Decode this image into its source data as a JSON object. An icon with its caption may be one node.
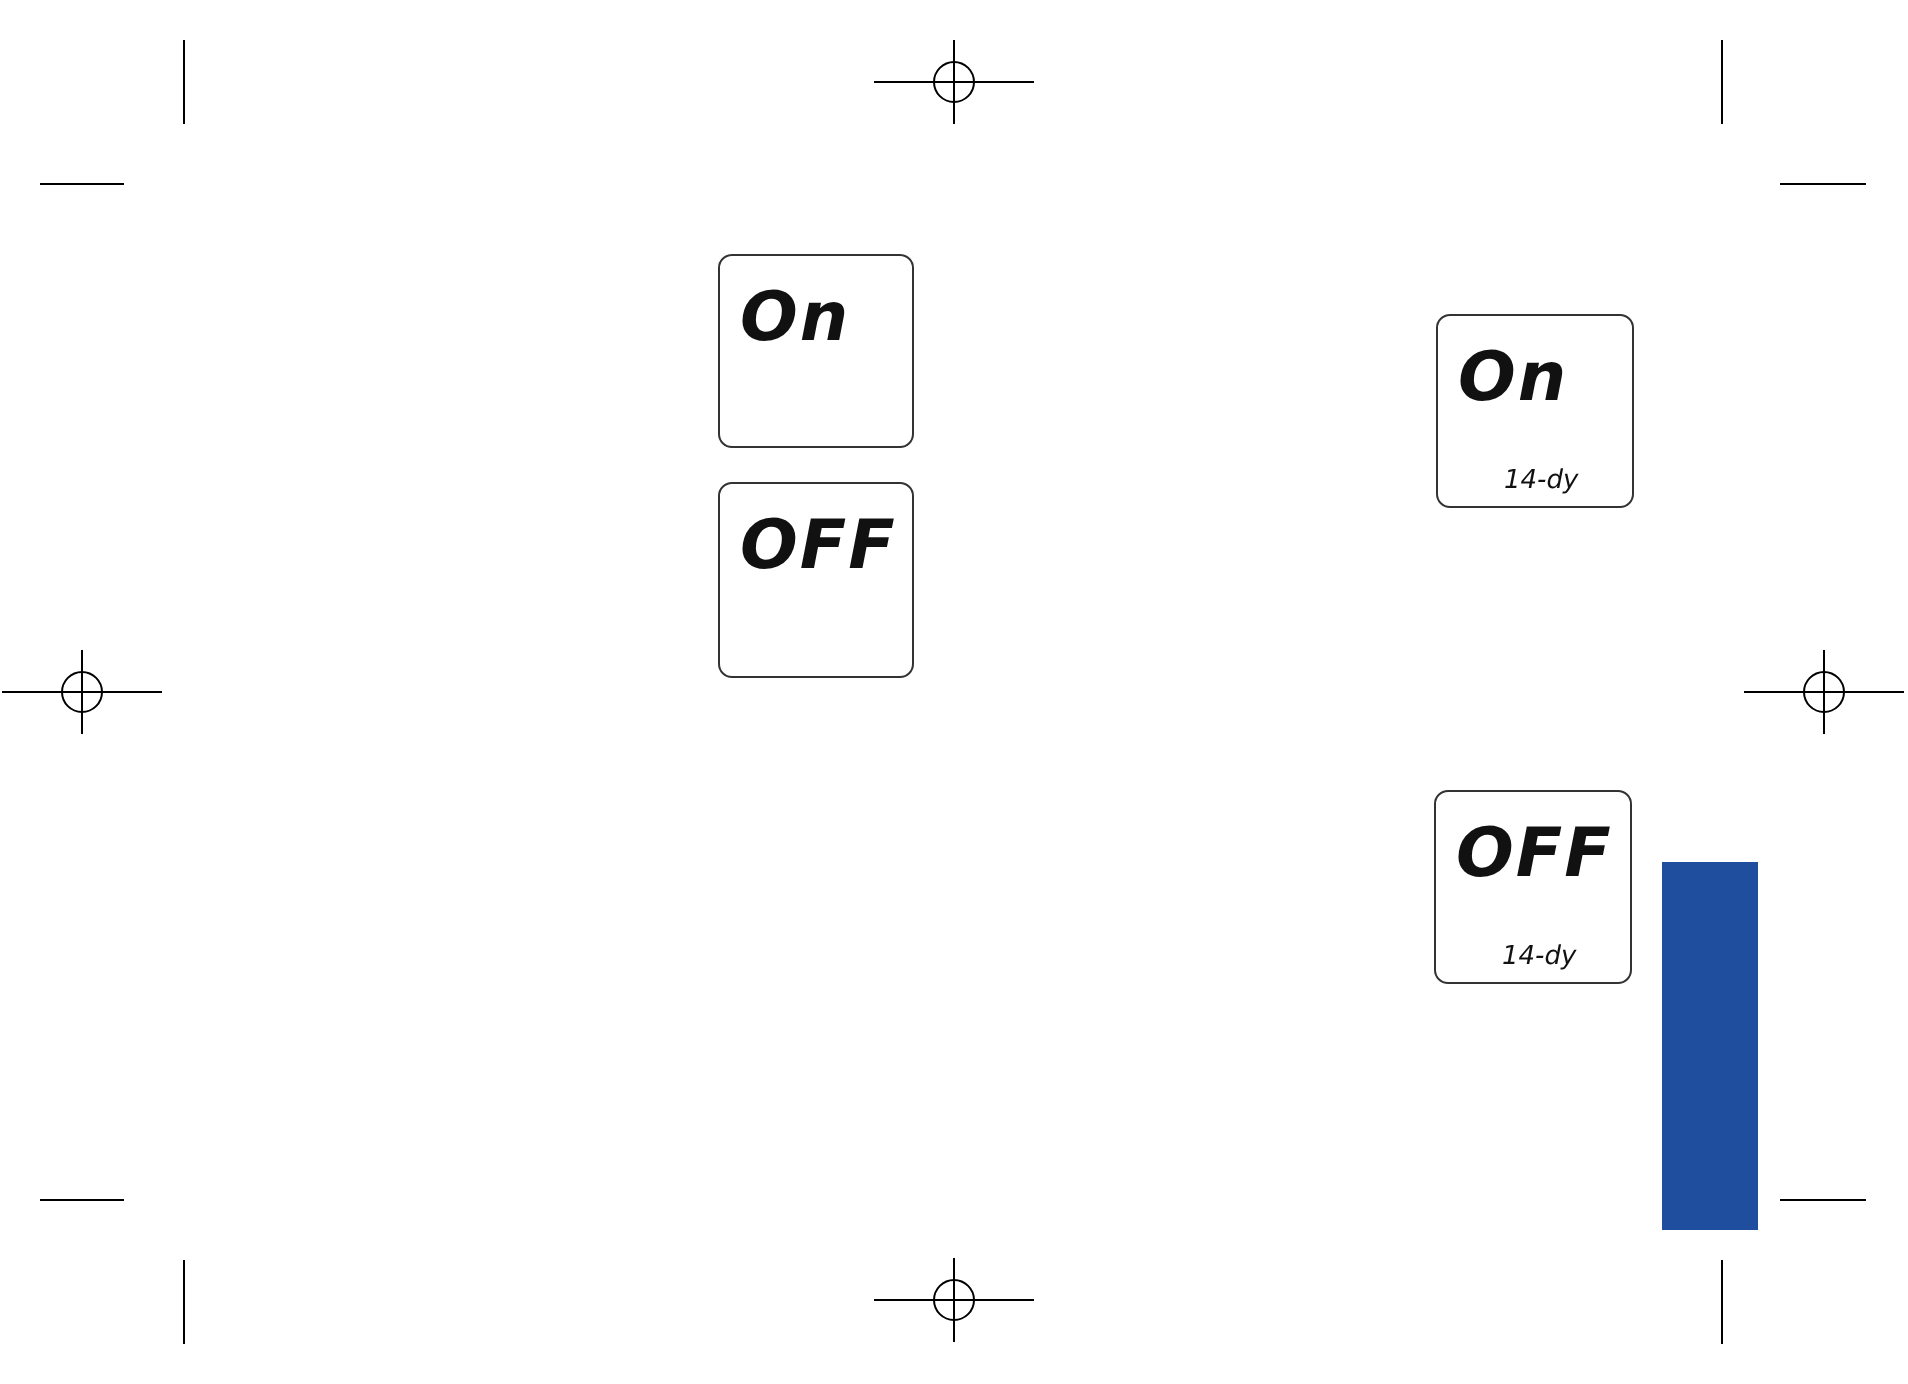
{
  "diagram": {
    "nodes": [
      {
        "text": [
          "On"
        ]
      },
      {
        "text": [
          "OFF"
        ]
      },
      {
        "text": [
          "On",
          "14-dy"
        ]
      },
      {
        "text": [
          "OFF",
          "14-dy"
        ]
      }
    ]
  }
}
